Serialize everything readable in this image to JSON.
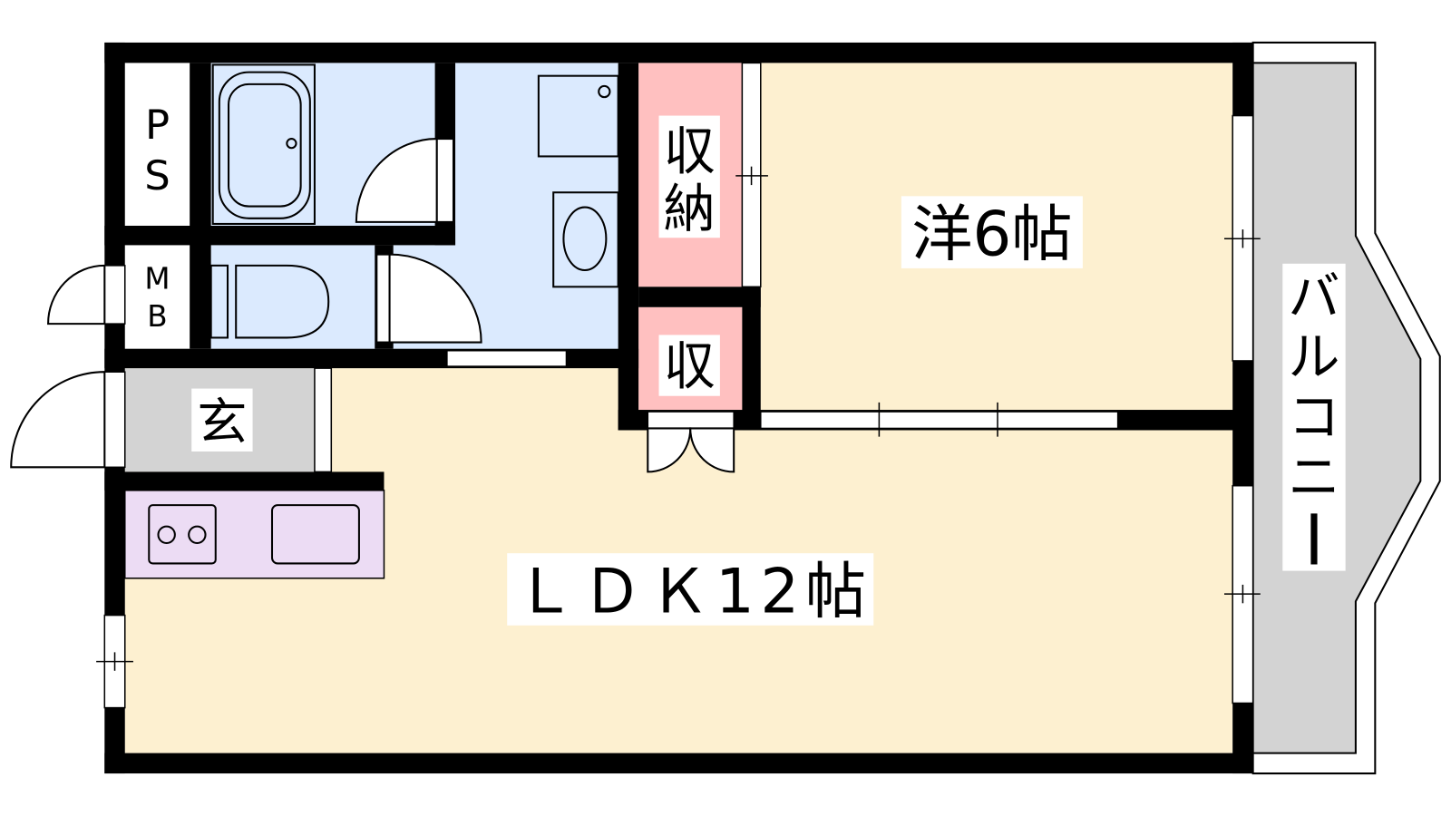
{
  "colors": {
    "wall": "#000000",
    "wet_area": "#dbeafe",
    "storage": "#ffc0c0",
    "living": "#fdf0d0",
    "entrance": "#d3d3d3",
    "kitchen": "#ecdcf4",
    "balcony": "#d3d3d3"
  },
  "rooms": {
    "ps": {
      "line1": "P",
      "line2": "S"
    },
    "mb": {
      "line1": "M",
      "line2": "B"
    },
    "storage_large": {
      "line1": "収",
      "line2": "納"
    },
    "storage_small": {
      "label": "収"
    },
    "western_room": {
      "label": "洋6帖"
    },
    "entrance": {
      "label": "玄"
    },
    "ldk": {
      "label": "ＬＤＫ12帖"
    },
    "balcony": {
      "chars": [
        "バ",
        "ル",
        "コ",
        "ニ",
        "ー"
      ]
    }
  }
}
